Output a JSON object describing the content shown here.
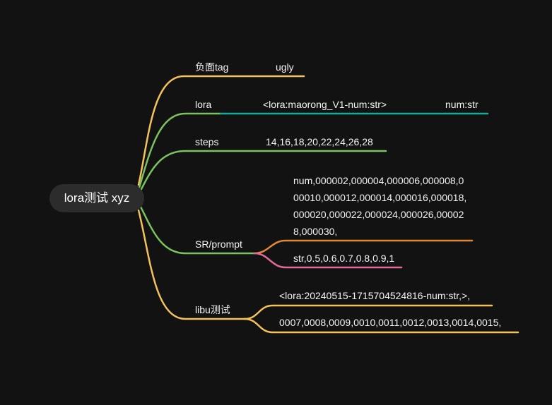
{
  "root": {
    "label": "lora测试 xyz"
  },
  "colors": {
    "background": "#121212",
    "yellow": "#f4c25a",
    "green": "#7bc35f",
    "teal": "#1aa99b",
    "orange": "#e0873c",
    "pink": "#e06b9b"
  },
  "branches": [
    {
      "label": "负面tag",
      "children": [
        {
          "label": "ugly"
        }
      ]
    },
    {
      "label": "lora",
      "children": [
        {
          "label": "<lora:maorong_V1-num:str>"
        },
        {
          "label": "num:str"
        }
      ]
    },
    {
      "label": "steps",
      "children": [
        {
          "label": "14,16,18,20,22,24,26,28"
        }
      ]
    },
    {
      "label": "SR/prompt",
      "children": [
        {
          "label": "num,000002,000004,000006,000008,000010,000012,000014,000016,000018,000020,000022,000024,000026,000028,000030,"
        },
        {
          "label": "str,0.5,0.6,0.7,0.8,0.9,1"
        }
      ]
    },
    {
      "label": "libu测试",
      "children": [
        {
          "label": "<lora:20240515-1715704524816-num:str,>,"
        },
        {
          "label": "0007,0008,0009,0010,0011,0012,0013,0014,0015,"
        }
      ]
    }
  ]
}
